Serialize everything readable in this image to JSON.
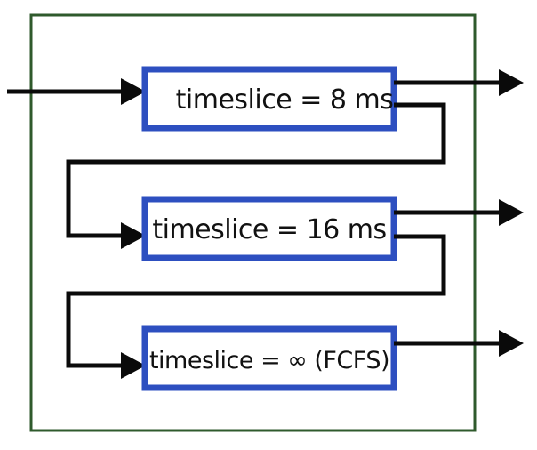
{
  "diagram": {
    "colors": {
      "outer_border": "#2f5a2c",
      "queue_border": "#2d4fc0",
      "arrow": "#0a0a0a",
      "text": "#111111"
    },
    "queues": [
      {
        "label": "timeslice = 8 ms"
      },
      {
        "label": "timeslice = 16 ms"
      },
      {
        "label": "timeslice = ∞ (FCFS)"
      }
    ]
  }
}
